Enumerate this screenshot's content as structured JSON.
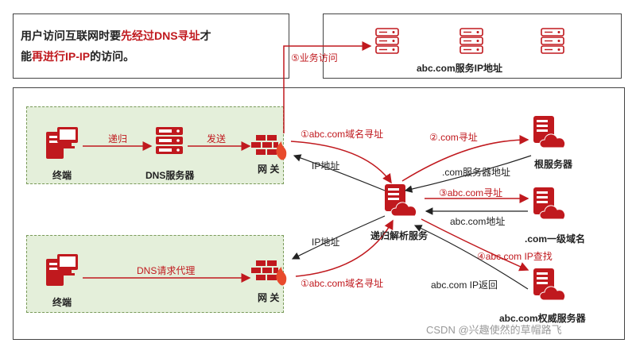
{
  "intro": {
    "seg1": "用户访问互联网时要",
    "seg2": "先经过DNS寻址",
    "seg3": "才",
    "seg4": "能",
    "seg5": "再进行IP-IP",
    "seg6": "的访问。"
  },
  "servers_box": {
    "label": "abc.com服务IP地址"
  },
  "top_section": {
    "terminal": "终端",
    "dns_server": "DNS服务器",
    "gateway": "网 关",
    "arrow_recursion": "递归",
    "arrow_send": "发送"
  },
  "bottom_section": {
    "terminal": "终端",
    "gateway": "网 关",
    "dns_proxy": "DNS请求代理"
  },
  "resolver": {
    "label": "递归解析服务"
  },
  "root_server": {
    "label": "根服务器"
  },
  "tld_server": {
    "label": ".com一级域名"
  },
  "auth_server": {
    "label": "abc.com权威服务器"
  },
  "arrows": {
    "step5": "⑤业务访问",
    "step1_top": "①abc.com域名寻址",
    "step1_bottom": "①abc.com域名寻址",
    "step2": "②.com寻址",
    "step3": "③abc.com寻址",
    "step4": "④abc.com IP查找",
    "ip_top": "IP地址",
    "ip_bottom": "IP地址",
    "com_addr": ".com服务器地址",
    "abc_addr": "abc.com地址",
    "abc_ip_return": "abc.com IP返回"
  },
  "watermark": "CSDN @兴趣使然的草帽路飞",
  "colors": {
    "accent": "#c0191e",
    "green_bg": "#e4efda",
    "text": "#222222"
  }
}
